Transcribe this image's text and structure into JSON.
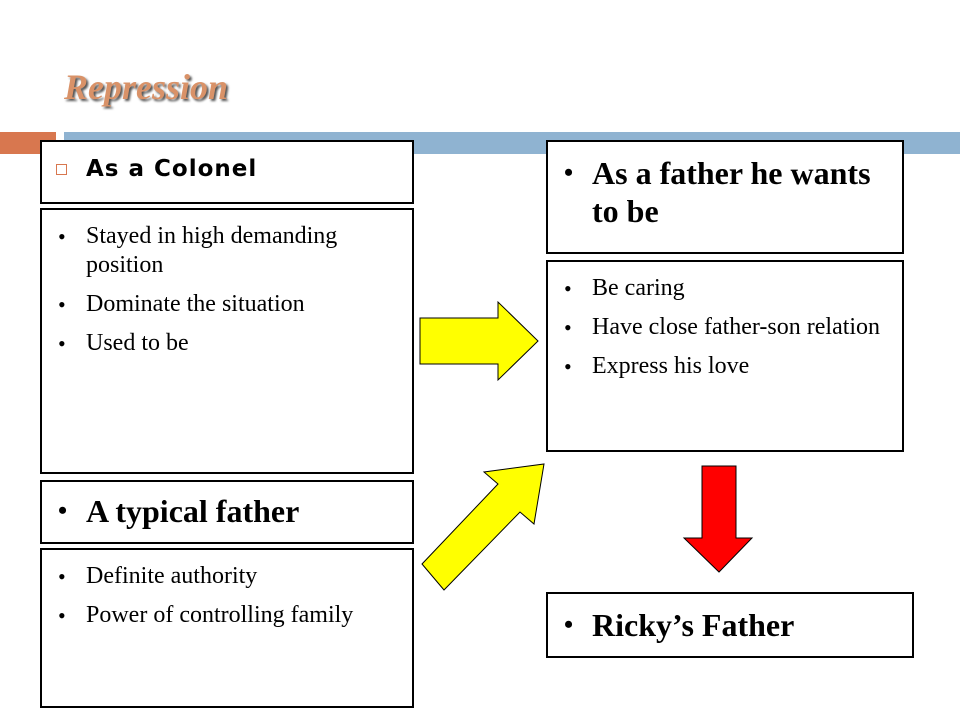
{
  "title": "Repression",
  "colonel": {
    "heading": "As a Colonel",
    "items": [
      "Stayed in high demanding position",
      "Dominate the situation",
      "Used to be"
    ]
  },
  "typical": {
    "heading": "A typical father",
    "items": [
      "Definite authority",
      "Power of controlling family"
    ]
  },
  "wants": {
    "heading": "As a father he wants to be",
    "items": [
      "Be caring",
      "Have close father-son relation",
      "Express his love"
    ]
  },
  "result": {
    "heading": "Ricky’s Father"
  },
  "colors": {
    "accent_orange": "#d8774f",
    "accent_blue": "#8fb3d1",
    "arrow_yellow": "#ffff00",
    "arrow_red": "#ff0000"
  }
}
